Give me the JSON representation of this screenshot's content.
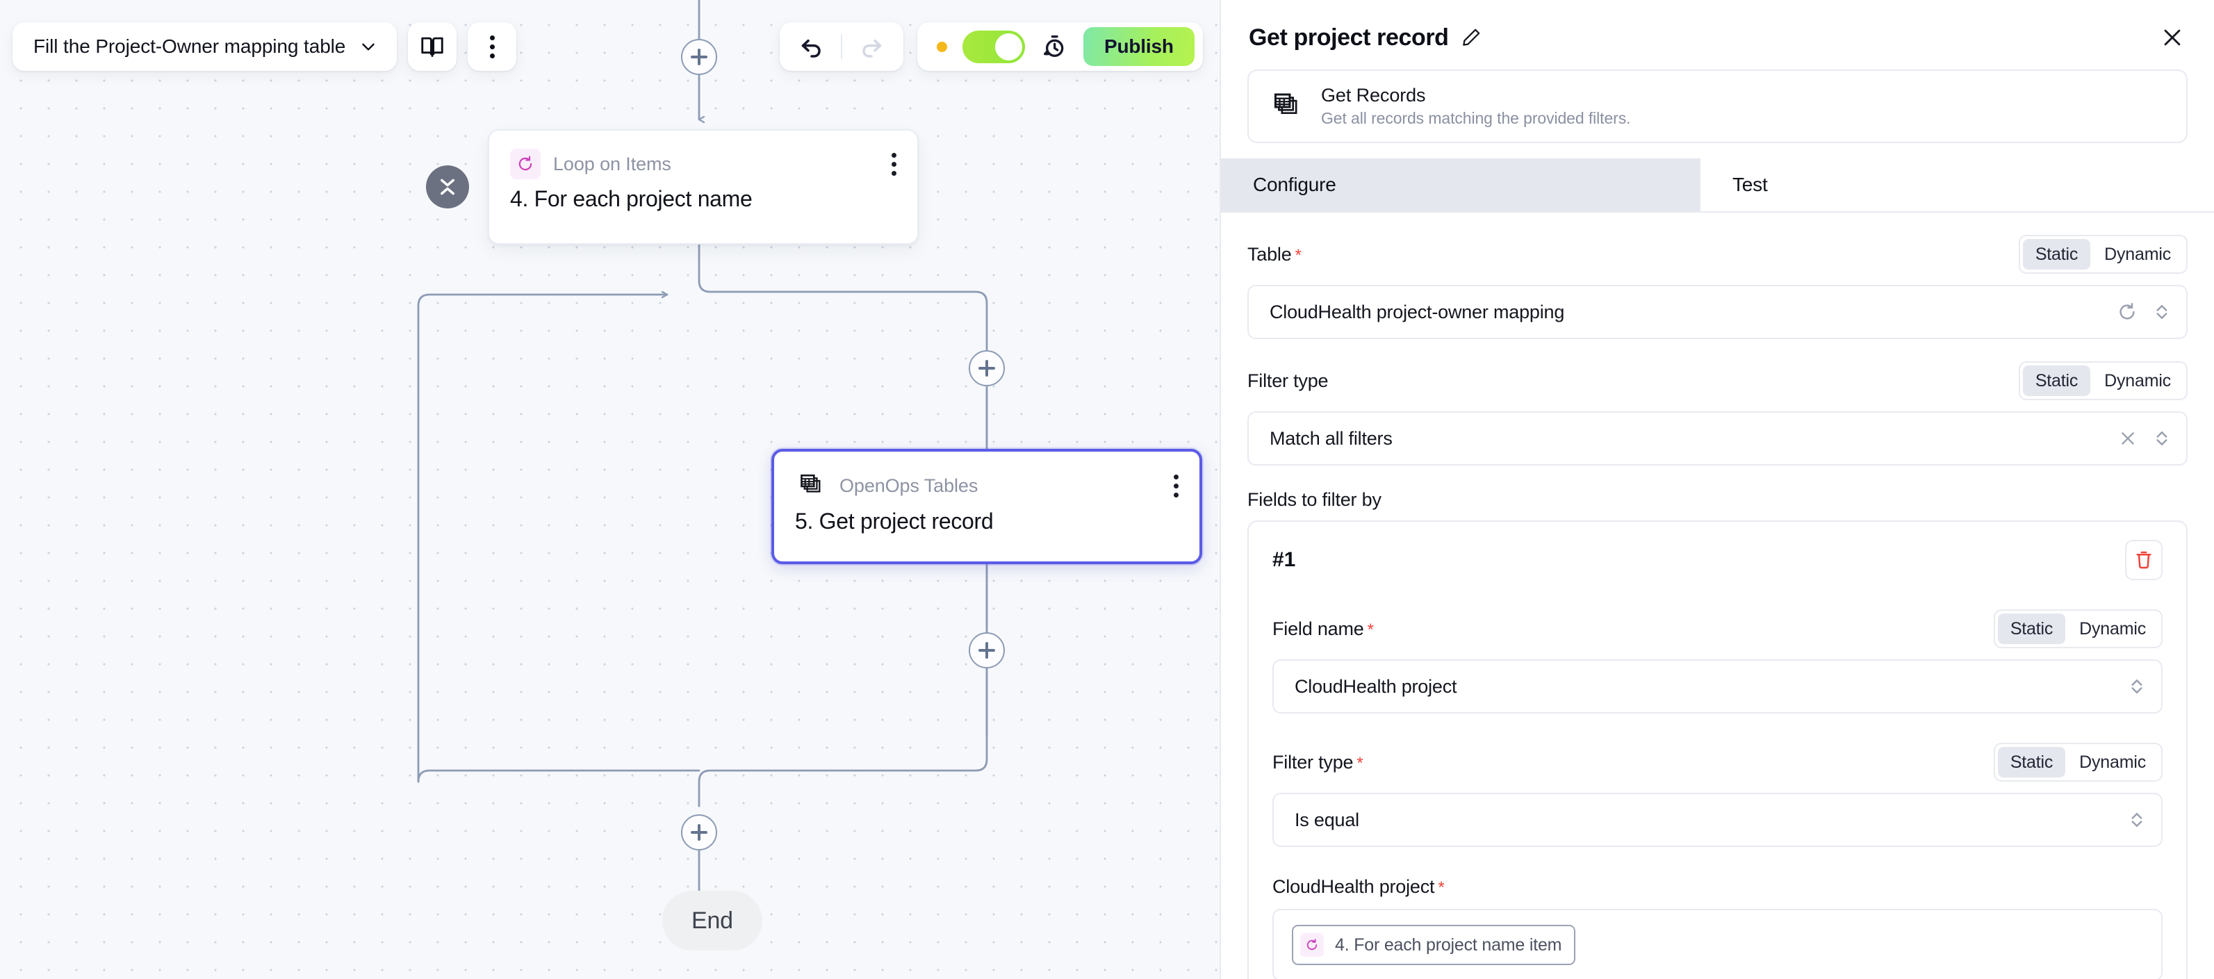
{
  "canvas": {
    "toolbar": {
      "flow_name": "Fill the Project-Owner mapping table",
      "flow_name_chevron": "chevron-down-icon",
      "docs_icon": "book-icon",
      "more_icon": "more-vertical-icon",
      "undo_icon": "undo-icon",
      "redo_icon": "redo-icon",
      "status_dot_color": "#f5b719",
      "toggle_on": true,
      "toggle_color": "#a8e83e",
      "history_icon": "run-history-icon",
      "publish_label": "Publish",
      "publish_color": "#a6f05c"
    },
    "nodes": [
      {
        "kind": "Loop on Items",
        "title": "4. For each project name",
        "icon": "loop-icon",
        "selected": false,
        "collapse_icon": "collapse-icon"
      },
      {
        "kind": "OpenOps Tables",
        "title": "5. Get project record",
        "icon": "tables-icon",
        "selected": true
      }
    ],
    "end_label": "End",
    "add_buttons": 4
  },
  "panel": {
    "title": "Get project record",
    "edit_icon": "pencil-icon",
    "close_icon": "close-icon",
    "action": {
      "icon": "tables-icon",
      "name": "Get Records",
      "description": "Get all records matching the provided filters."
    },
    "tabs": [
      {
        "label": "Configure",
        "active": true
      },
      {
        "label": "Test",
        "active": false
      }
    ],
    "segmented_options": {
      "static": "Static",
      "dynamic": "Dynamic"
    },
    "fields": {
      "table": {
        "label": "Table",
        "required": true,
        "mode": "Static",
        "value": "CloudHealth project-owner mapping",
        "icons": [
          "refresh-icon",
          "chevron-updown-icon"
        ]
      },
      "filter_type_top": {
        "label": "Filter type",
        "required": false,
        "mode": "Static",
        "value": "Match all filters",
        "icons": [
          "clear-icon",
          "chevron-updown-icon"
        ]
      },
      "fields_to_filter_by": {
        "label": "Fields to filter by"
      }
    },
    "filter_cards": [
      {
        "number": "#1",
        "delete_icon": "trash-icon",
        "field_name": {
          "label": "Field name",
          "required": true,
          "mode": "Static",
          "value": "CloudHealth project",
          "icons": [
            "chevron-updown-icon"
          ]
        },
        "filter_type": {
          "label": "Filter type",
          "required": true,
          "mode": "Static",
          "value": "Is equal",
          "icons": [
            "chevron-updown-icon"
          ]
        },
        "value_field": {
          "label": "CloudHealth project",
          "required": true,
          "chip_icon": "loop-icon",
          "chip_text": "4. For each project name item"
        }
      }
    ]
  }
}
